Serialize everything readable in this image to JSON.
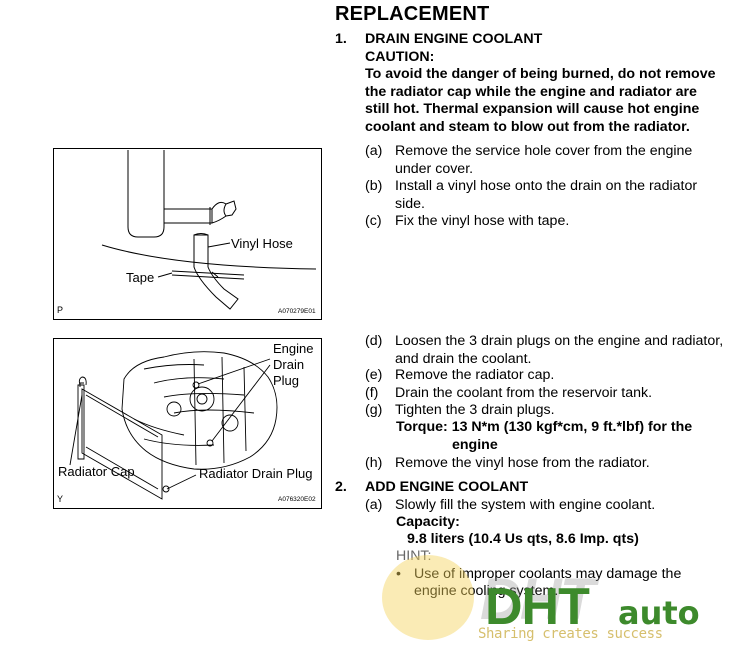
{
  "header": {
    "title": "REPLACEMENT"
  },
  "step1": {
    "number": "1.",
    "heading": "DRAIN ENGINE COOLANT",
    "caution_label": "CAUTION:",
    "caution_lines": [
      "To avoid the danger of being burned, do not remove",
      "the radiator cap while the engine and radiator are",
      "still hot. Thermal expansion will cause hot engine",
      "coolant and steam to blow out from the radiator."
    ],
    "substeps": [
      {
        "label": "(a)",
        "lines": [
          "Remove the service hole cover from the engine",
          "under cover."
        ]
      },
      {
        "label": "(b)",
        "lines": [
          "Install a vinyl hose onto the drain on the radiator",
          "side."
        ]
      },
      {
        "label": "(c)",
        "lines": [
          "Fix the vinyl hose with tape."
        ]
      },
      {
        "label": "(d)",
        "lines": [
          "Loosen the 3 drain plugs on the engine and radiator,",
          "and drain the coolant."
        ]
      },
      {
        "label": "(e)",
        "lines": [
          "Remove the radiator cap."
        ]
      },
      {
        "label": "(f)",
        "lines": [
          "Drain the coolant from the reservoir tank."
        ]
      },
      {
        "label": "(g)",
        "lines": [
          "Tighten the 3 drain plugs."
        ]
      },
      {
        "label": "(h)",
        "lines": [
          "Remove the vinyl hose from the radiator."
        ]
      }
    ],
    "torque_lines": [
      "Torque: 13 N*m (130 kgf*cm, 9 ft.*lbf)  for the",
      "engine"
    ]
  },
  "step2": {
    "number": "2.",
    "heading": "ADD ENGINE COOLANT",
    "substep": {
      "label": "(a)",
      "text": "Slowly fill the system with engine coolant."
    },
    "capacity_label": "Capacity:",
    "capacity_value": "9.8 liters (10.4 Us qts, 8.6 Imp. qts)",
    "hint_label": "HINT:",
    "hint_bullet": "•",
    "hint_lines": [
      "Use of improper coolants may damage the",
      "engine cooling system."
    ]
  },
  "figure1": {
    "labels": {
      "vinyl_hose": "Vinyl Hose",
      "tape": "Tape"
    },
    "corner_letter": "P",
    "code": "A070279E01"
  },
  "figure2": {
    "labels": {
      "engine_drain_plug": [
        "Engine",
        "Drain",
        "Plug"
      ],
      "radiator_cap": "Radiator Cap",
      "radiator_drain_plug": "Radiator Drain Plug"
    },
    "corner_letter": "Y",
    "code": "A076320E02"
  },
  "watermark": {
    "brand_left": "DHT",
    "brand_right": "auto",
    "tagline": "Sharing creates success"
  }
}
